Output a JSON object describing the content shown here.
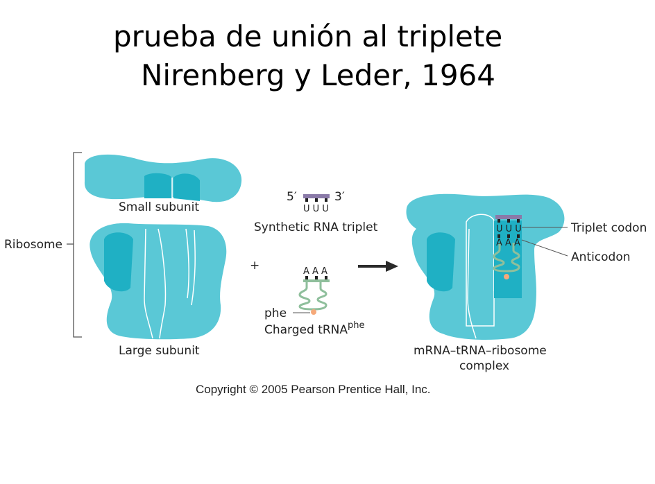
{
  "title": {
    "line1": "prueba de unión al triplete",
    "line2": "Nirenberg  y Leder, 1964"
  },
  "labels": {
    "ribosome": "Ribosome",
    "small_subunit": "Small subunit",
    "large_subunit": "Large subunit",
    "five_prime": "5′",
    "three_prime": "3′",
    "codon_bases": "U U U",
    "synthetic_triplet": "Synthetic RNA triplet",
    "plus": "+",
    "anticodon_bases": "A A A",
    "phe": "phe",
    "charged_trna": "Charged tRNA",
    "charged_trna_sup": "phe",
    "complex_line1": "mRNA–tRNA–ribosome",
    "complex_line2": "complex",
    "triplet_codon": "Triplet codon",
    "anticodon": "Anticodon"
  },
  "copyright": "Copyright © 2005 Pearson Prentice Hall, Inc.",
  "colors": {
    "ribosome_fill": "#5ac8d6",
    "ribosome_dark": "#1fb0c4",
    "mrna_bar": "#8a7aa8",
    "trna_line": "#8fbf9c",
    "amino_acid": "#f5a97a"
  }
}
